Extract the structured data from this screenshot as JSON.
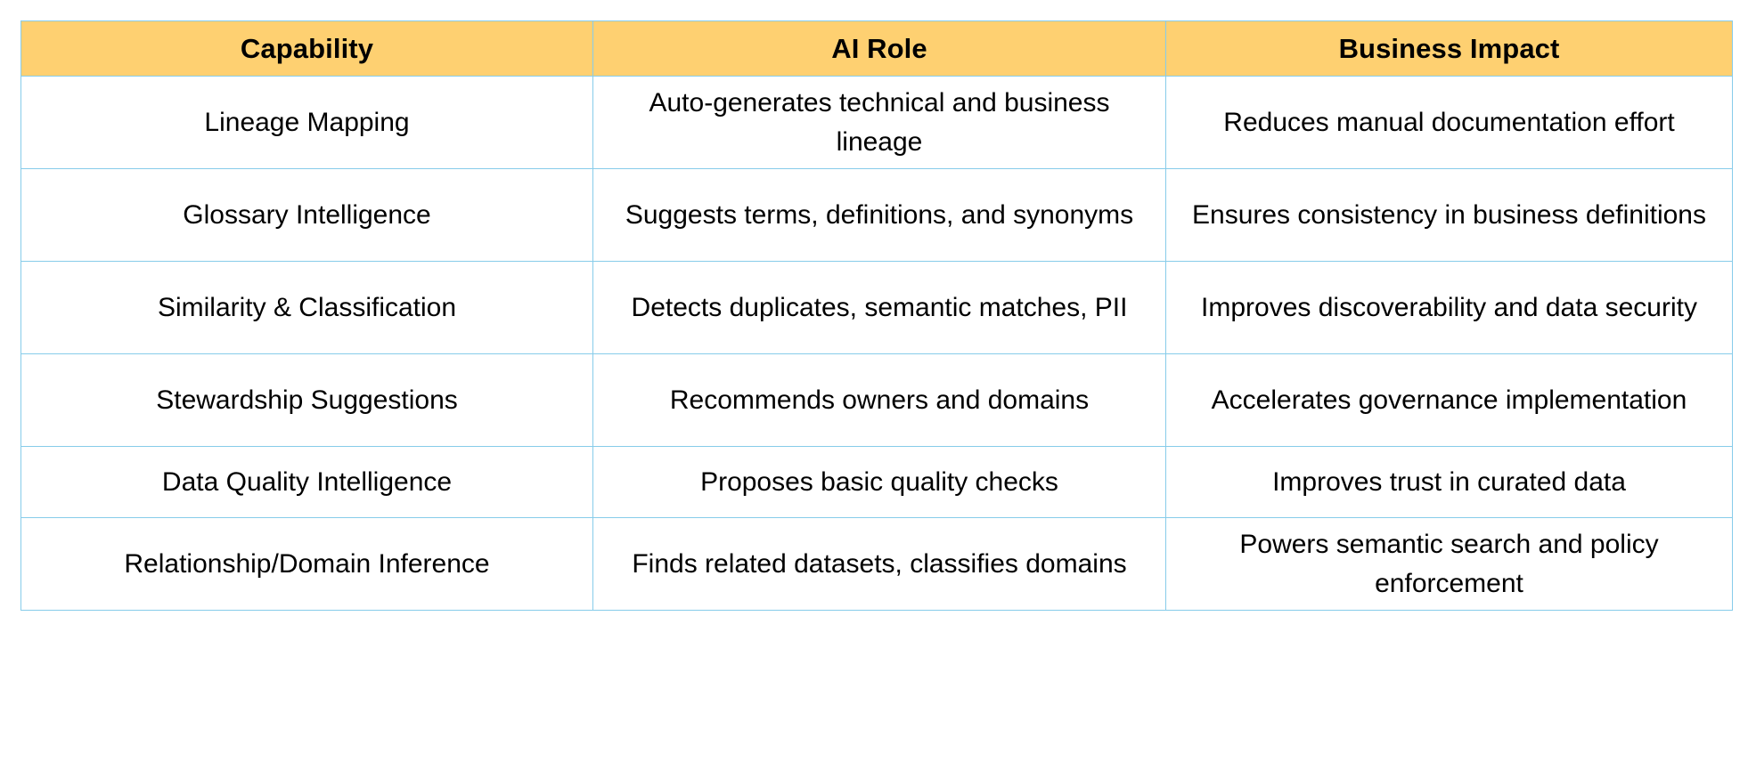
{
  "table": {
    "columns": [
      "Capability",
      "AI Role",
      "Business Impact"
    ],
    "header_bg": "#fed071",
    "border_color": "#87ccea",
    "text_color": "#000000",
    "cell_bg": "#ffffff",
    "rows": [
      {
        "capability": "Lineage Mapping",
        "ai_role": "Auto-generates technical and business lineage",
        "business_impact": "Reduces manual documentation effort"
      },
      {
        "capability": "Glossary Intelligence",
        "ai_role": "Suggests terms, definitions, and synonyms",
        "business_impact": "Ensures consistency in business definitions"
      },
      {
        "capability": "Similarity & Classification",
        "ai_role": "Detects duplicates, semantic matches, PII",
        "business_impact": "Improves discoverability and data security"
      },
      {
        "capability": "Stewardship Suggestions",
        "ai_role": "Recommends owners and domains",
        "business_impact": "Accelerates governance implementation"
      },
      {
        "capability": "Data Quality Intelligence",
        "ai_role": "Proposes basic quality checks",
        "business_impact": "Improves trust in curated data"
      },
      {
        "capability": "Relationship/Domain Inference",
        "ai_role": "Finds related datasets, classifies domains",
        "business_impact": "Powers semantic search and policy enforcement"
      }
    ]
  }
}
